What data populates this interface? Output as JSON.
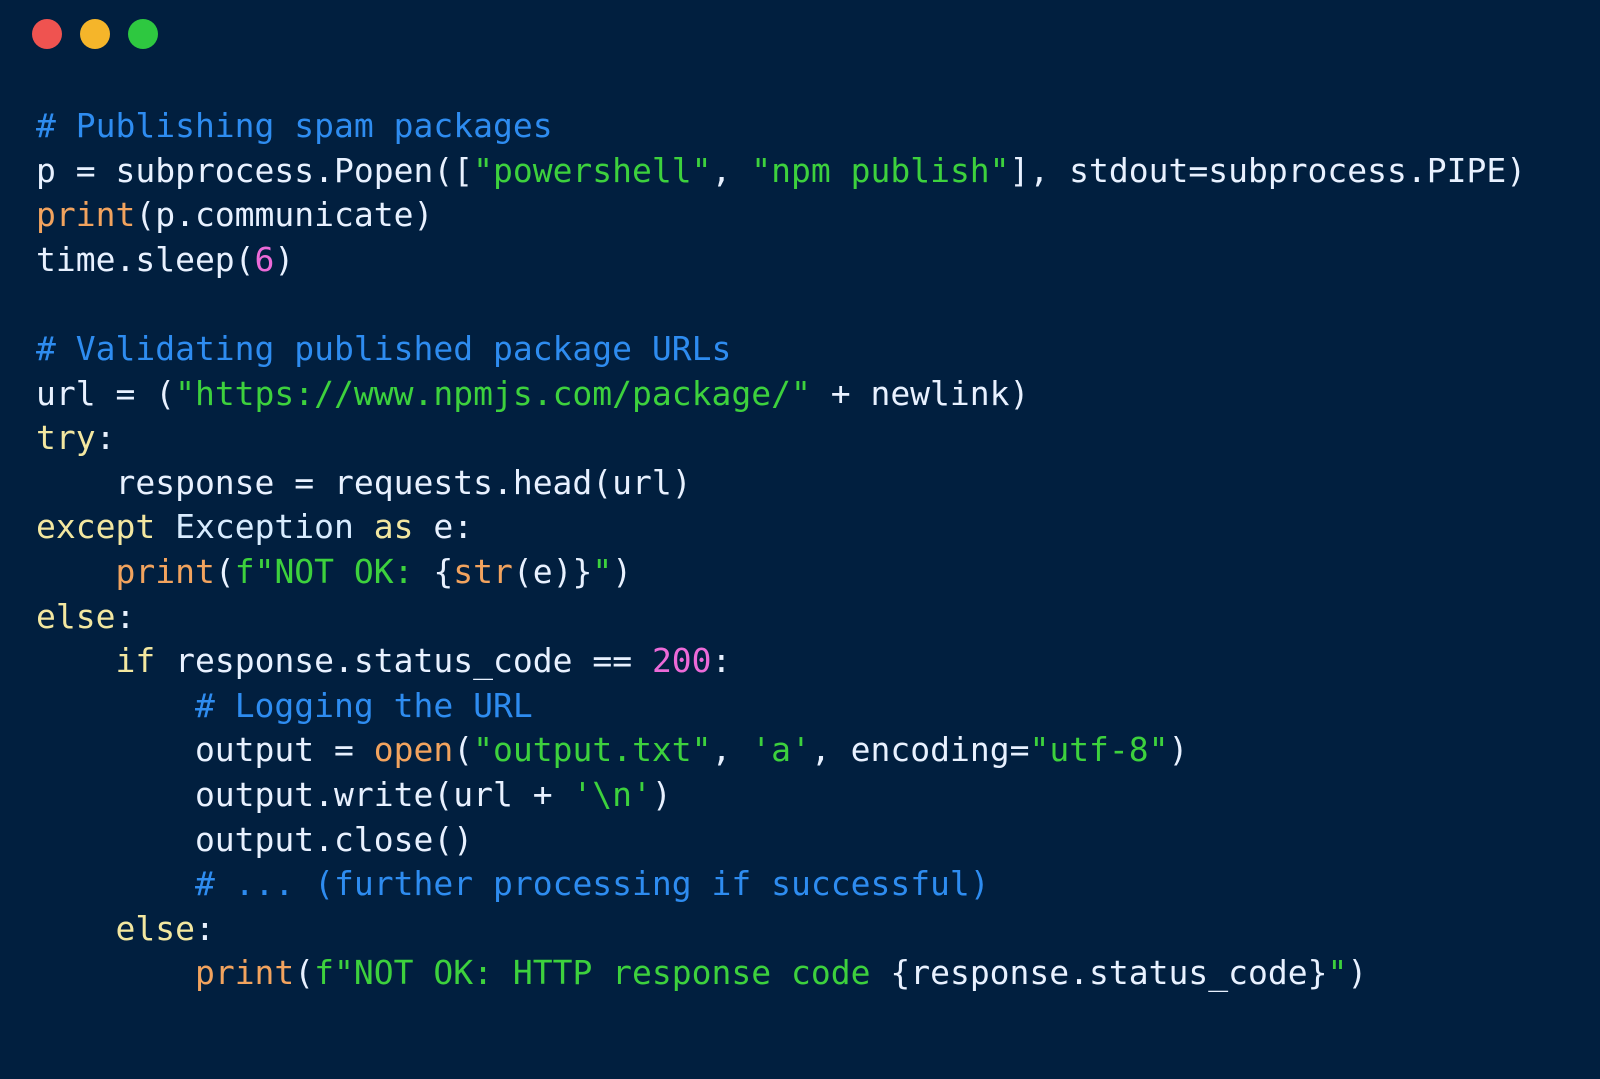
{
  "window": {
    "controls": [
      {
        "name": "close",
        "color": "#ef5350"
      },
      {
        "name": "minimize",
        "color": "#f5b52a"
      },
      {
        "name": "maximize",
        "color": "#2ec840"
      }
    ]
  },
  "colors": {
    "background": "#011f3f",
    "comment": "#2e8cf0",
    "string": "#3dd13d",
    "builtin": "#f2a35e",
    "keyword": "#f3e7a0",
    "number": "#ec6ad8",
    "identifier": "#e8f1ff"
  },
  "code": {
    "lines": [
      [
        {
          "t": "comment",
          "v": "# Publishing spam packages"
        }
      ],
      [
        {
          "t": "ident",
          "v": "p = subprocess.Popen(["
        },
        {
          "t": "string",
          "v": "\"powershell\""
        },
        {
          "t": "ident",
          "v": ", "
        },
        {
          "t": "string",
          "v": "\"npm publish\""
        },
        {
          "t": "ident",
          "v": "], stdout=subprocess.PIPE)"
        }
      ],
      [
        {
          "t": "builtin",
          "v": "print"
        },
        {
          "t": "ident",
          "v": "(p.communicate)"
        }
      ],
      [
        {
          "t": "ident",
          "v": "time.sleep("
        },
        {
          "t": "number",
          "v": "6"
        },
        {
          "t": "ident",
          "v": ")"
        }
      ],
      [],
      [
        {
          "t": "comment",
          "v": "# Validating published package URLs"
        }
      ],
      [
        {
          "t": "ident",
          "v": "url = ("
        },
        {
          "t": "string",
          "v": "\"https://www.npmjs.com/package/\""
        },
        {
          "t": "ident",
          "v": " + newlink)"
        }
      ],
      [
        {
          "t": "keyword",
          "v": "try"
        },
        {
          "t": "ident",
          "v": ":"
        }
      ],
      [
        {
          "t": "ident",
          "v": "    response = requests.head(url)"
        }
      ],
      [
        {
          "t": "keyword",
          "v": "except"
        },
        {
          "t": "ident",
          "v": " "
        },
        {
          "t": "class",
          "v": "Exception"
        },
        {
          "t": "ident",
          "v": " "
        },
        {
          "t": "keyword",
          "v": "as"
        },
        {
          "t": "ident",
          "v": " e:"
        }
      ],
      [
        {
          "t": "ident",
          "v": "    "
        },
        {
          "t": "builtin",
          "v": "print"
        },
        {
          "t": "ident",
          "v": "("
        },
        {
          "t": "string",
          "v": "f\"NOT OK: "
        },
        {
          "t": "ident",
          "v": "{"
        },
        {
          "t": "builtin",
          "v": "str"
        },
        {
          "t": "ident",
          "v": "(e)}"
        },
        {
          "t": "string",
          "v": "\""
        },
        {
          "t": "ident",
          "v": ")"
        }
      ],
      [
        {
          "t": "keyword",
          "v": "else"
        },
        {
          "t": "ident",
          "v": ":"
        }
      ],
      [
        {
          "t": "ident",
          "v": "    "
        },
        {
          "t": "keyword",
          "v": "if"
        },
        {
          "t": "ident",
          "v": " response.status_code == "
        },
        {
          "t": "number",
          "v": "200"
        },
        {
          "t": "ident",
          "v": ":"
        }
      ],
      [
        {
          "t": "ident",
          "v": "        "
        },
        {
          "t": "comment",
          "v": "# Logging the URL"
        }
      ],
      [
        {
          "t": "ident",
          "v": "        output = "
        },
        {
          "t": "builtin",
          "v": "open"
        },
        {
          "t": "ident",
          "v": "("
        },
        {
          "t": "string",
          "v": "\"output.txt\""
        },
        {
          "t": "ident",
          "v": ", "
        },
        {
          "t": "string",
          "v": "'a'"
        },
        {
          "t": "ident",
          "v": ", encoding="
        },
        {
          "t": "string",
          "v": "\"utf-8\""
        },
        {
          "t": "ident",
          "v": ")"
        }
      ],
      [
        {
          "t": "ident",
          "v": "        output.write(url + "
        },
        {
          "t": "string",
          "v": "'\\n'"
        },
        {
          "t": "ident",
          "v": ")"
        }
      ],
      [
        {
          "t": "ident",
          "v": "        output.close()"
        }
      ],
      [
        {
          "t": "ident",
          "v": "        "
        },
        {
          "t": "comment",
          "v": "# ... (further processing if successful)"
        }
      ],
      [
        {
          "t": "ident",
          "v": "    "
        },
        {
          "t": "keyword",
          "v": "else"
        },
        {
          "t": "ident",
          "v": ":"
        }
      ],
      [
        {
          "t": "ident",
          "v": "        "
        },
        {
          "t": "builtin",
          "v": "print"
        },
        {
          "t": "ident",
          "v": "("
        },
        {
          "t": "string",
          "v": "f\"NOT OK: HTTP response code "
        },
        {
          "t": "ident",
          "v": "{response.status_code}"
        },
        {
          "t": "string",
          "v": "\""
        },
        {
          "t": "ident",
          "v": ")"
        }
      ]
    ]
  }
}
